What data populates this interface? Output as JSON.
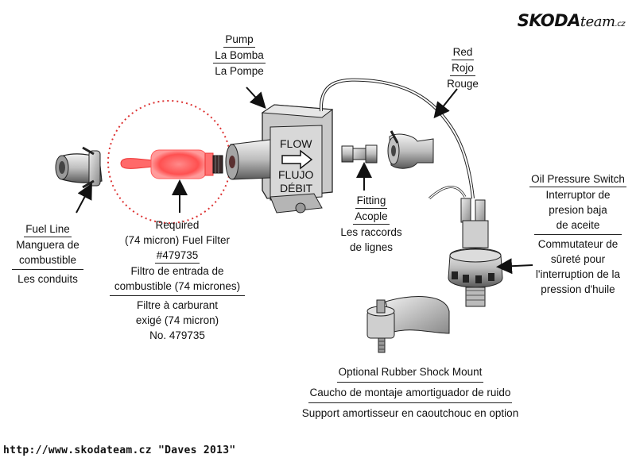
{
  "logo": {
    "brand": "SKODA",
    "suffix": "team",
    "tld": ".cz"
  },
  "footer": {
    "text": "http://www.skodateam.cz \"Daves 2013\""
  },
  "pump": {
    "line1": "Pump",
    "line2": "La Bomba",
    "line3": "La Pompe"
  },
  "pump_body": {
    "flow": "FLOW",
    "flujo": "FLUJO",
    "debit": "DÉBIT"
  },
  "red_wire": {
    "line1": "Red",
    "line2": "Rojo",
    "line3": "Rouge"
  },
  "oil_switch": {
    "en": "Oil Pressure Switch",
    "es1": "Interruptor de",
    "es2": "presion baja",
    "es3": "de aceite",
    "fr1": "Commutateur de",
    "fr2": "sûreté pour",
    "fr3": "l'interruption de la",
    "fr4": "pression d'huile"
  },
  "fitting": {
    "en": "Fitting",
    "es": "Acople",
    "fr1": "Les raccords",
    "fr2": "de lignes"
  },
  "fuel_line": {
    "en": "Fuel Line",
    "es1": "Manguera de",
    "es2": "combustible",
    "fr": "Les conduits"
  },
  "filter": {
    "en1": "Required",
    "en2": "(74 micron) Fuel Filter",
    "en3": "#479735",
    "es1": "Filtro de entrada de",
    "es2": "combustible (74 micrones)",
    "fr1": "Filtre à carburant",
    "fr2": "exigé (74 micron)",
    "fr3": "No. 479735"
  },
  "shock_mount": {
    "en": "Optional Rubber Shock Mount",
    "es": "Caucho de montaje amortiguador de ruido",
    "fr": "Support amortisseur en caoutchouc en option"
  },
  "colors": {
    "highlight": "#ff3b3b",
    "ink": "#111111"
  }
}
